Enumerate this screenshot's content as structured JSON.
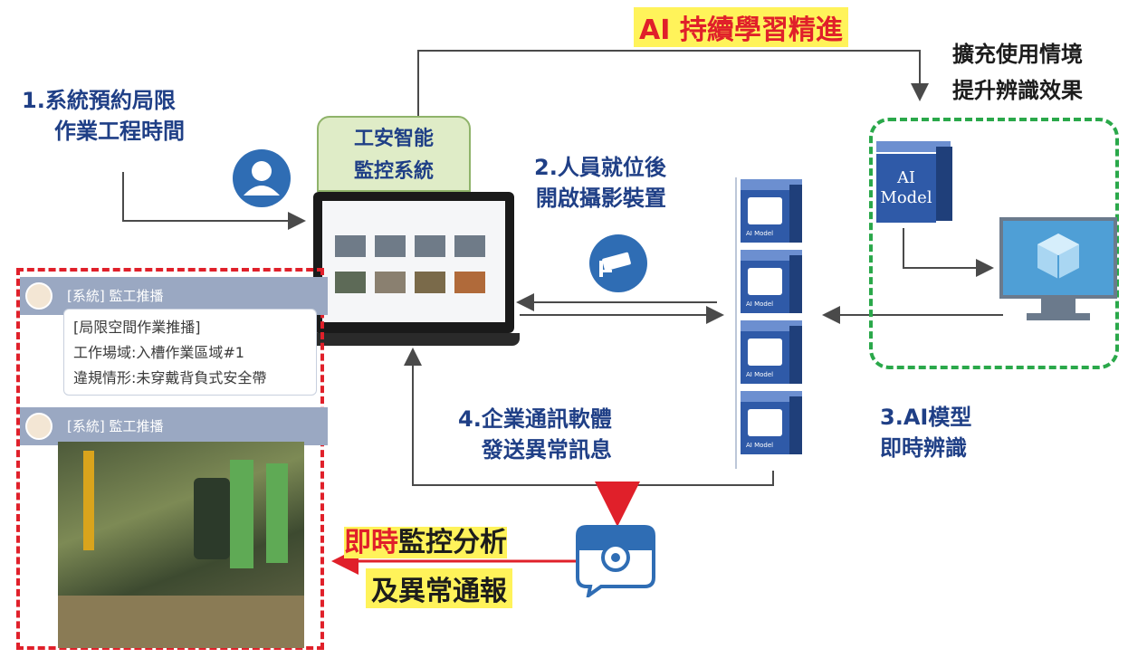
{
  "top_banner": "AI 持續學習精進",
  "right_note": [
    "擴充使用情境",
    "提升辨識效果"
  ],
  "step1": [
    "1.系統預約局限",
    "作業工程時間"
  ],
  "system_box": [
    "工安智能",
    "監控系統"
  ],
  "step2": [
    "2.人員就位後",
    "開啟攝影裝置"
  ],
  "ai_model_cube": [
    "AI",
    "Model"
  ],
  "step3": [
    "3.AI模型",
    "即時辨識"
  ],
  "step4": [
    "4.企業通訊軟體",
    "發送異常訊息"
  ],
  "cube_label": "AI Model",
  "chat": {
    "sender": "[系統] 監工推播",
    "message": [
      "[局限空間作業推播]",
      "工作場域:入槽作業區域#1",
      "違規情形:未穿戴背負式安全帶"
    ]
  },
  "bottom_caption": {
    "red_part": "即時",
    "dark_part": "監控分析",
    "line2": "及異常通報"
  },
  "colors": {
    "brand_blue": "#1f3f86",
    "alert_red": "#e0202a",
    "ai_green": "#2aa84a",
    "highlight_yellow": "#fff35a"
  }
}
